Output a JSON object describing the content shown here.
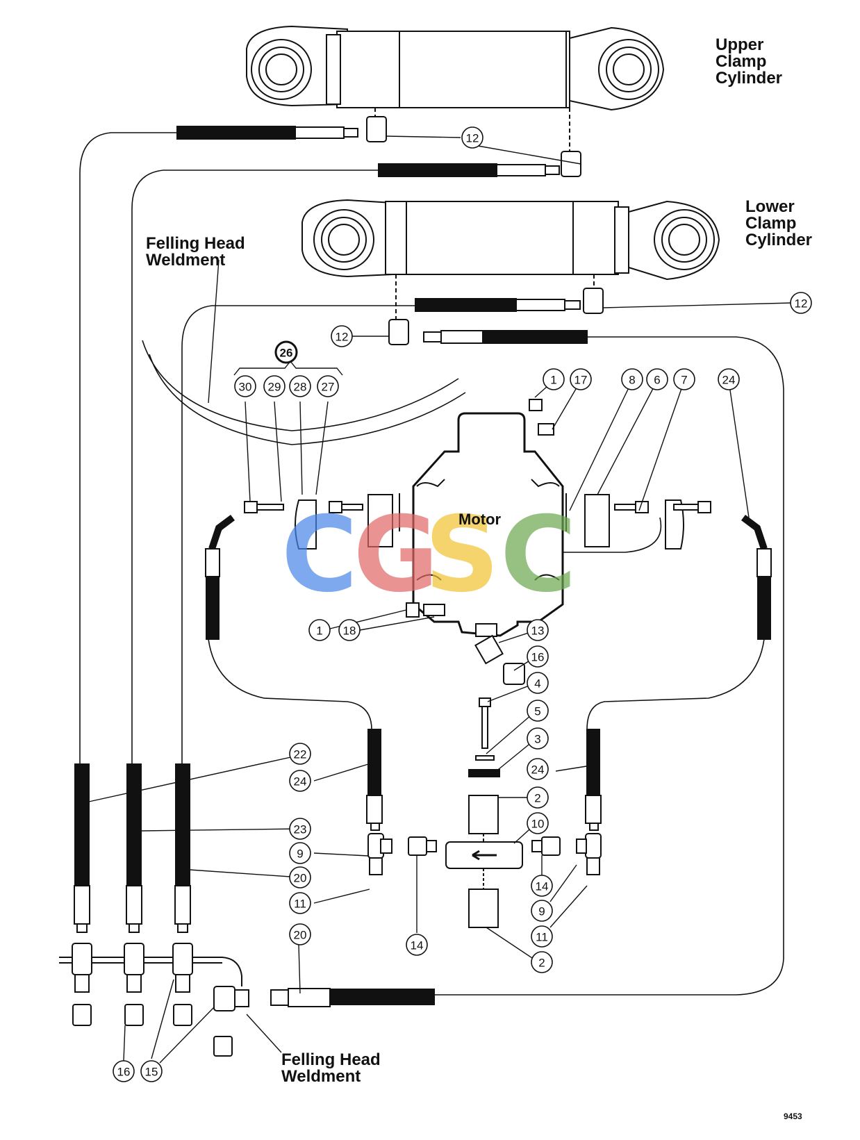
{
  "labels": {
    "upper_clamp": [
      "Upper",
      "Clamp",
      "Cylinder"
    ],
    "lower_clamp": [
      "Lower",
      "Clamp",
      "Cylinder"
    ],
    "felling_head_top": [
      "Felling Head",
      "Weldment"
    ],
    "felling_head_bottom": [
      "Felling Head",
      "Weldment"
    ],
    "motor": "Motor",
    "figure_number": "9453"
  },
  "watermark": {
    "letters": [
      "C",
      "G",
      "S",
      "C"
    ],
    "colors": [
      "#4a86e8",
      "#e06666",
      "#f1c232",
      "#6aa84f"
    ]
  },
  "callouts": [
    {
      "id": "c12a",
      "text": "12"
    },
    {
      "id": "c12b",
      "text": "12"
    },
    {
      "id": "c12c",
      "text": "12"
    },
    {
      "id": "c26",
      "text": "26"
    },
    {
      "id": "c30",
      "text": "30"
    },
    {
      "id": "c29",
      "text": "29"
    },
    {
      "id": "c28",
      "text": "28"
    },
    {
      "id": "c27",
      "text": "27"
    },
    {
      "id": "c1a",
      "text": "1"
    },
    {
      "id": "c17",
      "text": "17"
    },
    {
      "id": "c8",
      "text": "8"
    },
    {
      "id": "c6",
      "text": "6"
    },
    {
      "id": "c7",
      "text": "7"
    },
    {
      "id": "c24a",
      "text": "24"
    },
    {
      "id": "c1b",
      "text": "1"
    },
    {
      "id": "c18",
      "text": "18"
    },
    {
      "id": "c13",
      "text": "13"
    },
    {
      "id": "c16a",
      "text": "16"
    },
    {
      "id": "c4",
      "text": "4"
    },
    {
      "id": "c5",
      "text": "5"
    },
    {
      "id": "c3",
      "text": "3"
    },
    {
      "id": "c24b",
      "text": "24"
    },
    {
      "id": "c2a",
      "text": "2"
    },
    {
      "id": "c10",
      "text": "10"
    },
    {
      "id": "c22",
      "text": "22"
    },
    {
      "id": "c24c",
      "text": "24"
    },
    {
      "id": "c23",
      "text": "23"
    },
    {
      "id": "c9a",
      "text": "9"
    },
    {
      "id": "c20a",
      "text": "20"
    },
    {
      "id": "c11a",
      "text": "11"
    },
    {
      "id": "c14a",
      "text": "14"
    },
    {
      "id": "c9b",
      "text": "9"
    },
    {
      "id": "c11b",
      "text": "11"
    },
    {
      "id": "c14b",
      "text": "14"
    },
    {
      "id": "c2b",
      "text": "2"
    },
    {
      "id": "c20b",
      "text": "20"
    },
    {
      "id": "c16b",
      "text": "16"
    },
    {
      "id": "c15",
      "text": "15"
    }
  ]
}
